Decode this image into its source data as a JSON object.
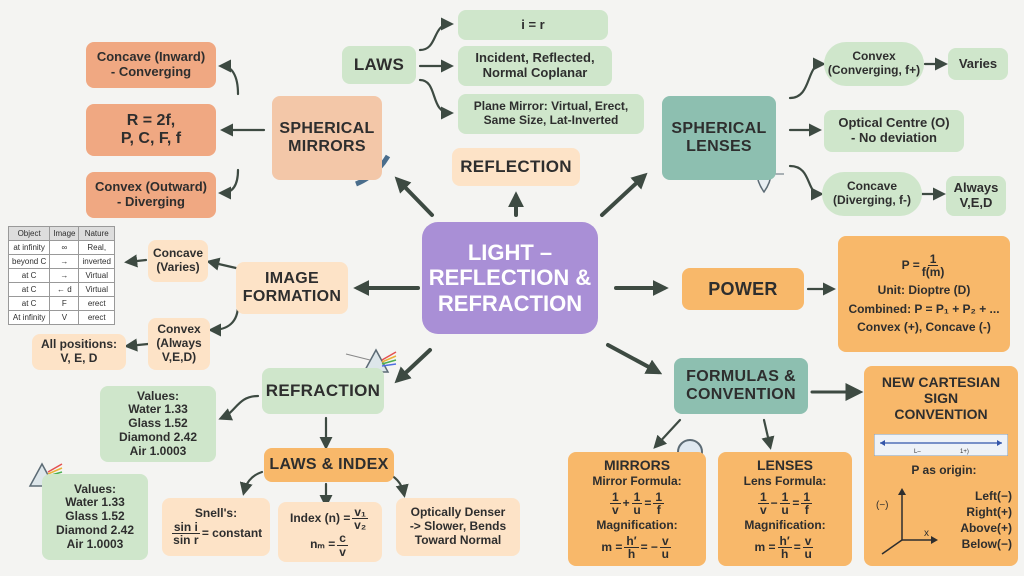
{
  "center": {
    "line1": "LIGHT –",
    "line2": "REFLECTION &",
    "line3": "REFRACTION"
  },
  "reflection": {
    "label": "REFLECTION"
  },
  "laws": {
    "label": "LAWS",
    "items": [
      "i = r",
      "Incident, Reflected, Normal Coplanar",
      "Plane Mirror: Virtual, Erect, Same Size, Lat-Inverted"
    ]
  },
  "spherical_mirrors": {
    "label_line1": "SPHERICAL",
    "label_line2": "MIRRORS",
    "concave": {
      "line1": "Concave (Inward)",
      "line2": "- Converging"
    },
    "rf": {
      "line1": "R = 2f,",
      "line2": "P, C, F, f"
    },
    "convex": {
      "line1": "Convex (Outward)",
      "line2": "- Diverging"
    }
  },
  "spherical_lenses": {
    "label_line1": "SPHERICAL",
    "label_line2": "LENSES",
    "convex": {
      "line1": "Convex",
      "line2": "(Converging, f+)"
    },
    "convex_result": "Varies",
    "optical_centre": {
      "line1": "Optical Centre (O)",
      "line2": "- No deviation"
    },
    "concave": {
      "line1": "Concave",
      "line2": "(Diverging, f-)"
    },
    "concave_result": {
      "line1": "Always",
      "line2": "V,E,D"
    }
  },
  "image_formation": {
    "label_line1": "IMAGE",
    "label_line2": "FORMATION",
    "concave": {
      "line1": "Concave",
      "line2": "(Varies)"
    },
    "convex": {
      "line1": "Convex",
      "line2": "(Always",
      "line3": "V,E,D)"
    },
    "all_positions": {
      "line1": "All positions:",
      "line2": "V, E, D"
    },
    "table": {
      "headers": [
        "Object",
        "Image",
        "Nature"
      ],
      "rows": [
        [
          "at infinity",
          "∞",
          "Real,"
        ],
        [
          "beyond C",
          "→",
          "inverted"
        ],
        [
          "at C",
          "→",
          "Virtual"
        ],
        [
          "at C",
          "← d",
          "Virtual"
        ],
        [
          "at C",
          "F",
          "erect"
        ],
        [
          "At infinity",
          "V",
          "erect"
        ]
      ]
    }
  },
  "refraction": {
    "label": "REFRACTION",
    "values_top": {
      "title": "Values:",
      "lines": [
        "Water 1.33",
        "Glass 1.52",
        "Diamond 2.42",
        "Air 1.0003"
      ]
    },
    "values_bottom": {
      "title": "Values:",
      "lines": [
        "Water 1.33",
        "Glass 1.52",
        "Diamond 2.42",
        "Air 1.0003"
      ]
    }
  },
  "laws_index": {
    "label": "LAWS & INDEX",
    "snell": {
      "title": "Snell's:",
      "num": "sin i",
      "den": "sin r",
      "rest": "= constant"
    },
    "index": {
      "prefix": "Index (n) =",
      "num": "v₁",
      "den": "v₂",
      "nm": "nₘ =",
      "num2": "c",
      "den2": "v"
    },
    "denser": {
      "line1": "Optically Denser",
      "line2": "-> Slower, Bends",
      "line3": "Toward Normal"
    }
  },
  "power": {
    "label": "POWER",
    "formula_prefix": "P =",
    "formula_num": "1",
    "formula_den": "f(m)",
    "unit": "Unit: Dioptre (D)",
    "combined": "Combined: P = P₁ + P₂ + ...",
    "signs": "Convex (+), Concave (-)"
  },
  "formulas": {
    "line1": "FORMULAS &",
    "line2": "CONVENTION"
  },
  "mirrors": {
    "title": "MIRRORS",
    "formula_label": "Mirror Formula:",
    "magnification_label": "Magnification:",
    "m_prefix": "m =",
    "m_mid": "= −"
  },
  "lenses": {
    "title": "LENSES",
    "formula_label": "Lens Formula:",
    "magnification_label": "Magnification:",
    "m_prefix": "m =",
    "m_mid": "="
  },
  "cartesian": {
    "line1": "NEW CARTESIAN",
    "line2": "SIGN",
    "line3": "CONVENTION",
    "origin": "P as origin:",
    "left": "Left(−)",
    "right": "Right(+)",
    "above": "Above(+)",
    "below": "Below(−)",
    "y_label": "(−)",
    "x_label": "x",
    "ruler_left": "L–",
    "ruler_right": "1+)"
  },
  "colors": {
    "center": "#a98fd6",
    "green": "#cfe6cb",
    "teal": "#8dbfb0",
    "amber": "#f8b86a",
    "salmon": "#f0a882",
    "arrow": "#3d4a42"
  }
}
